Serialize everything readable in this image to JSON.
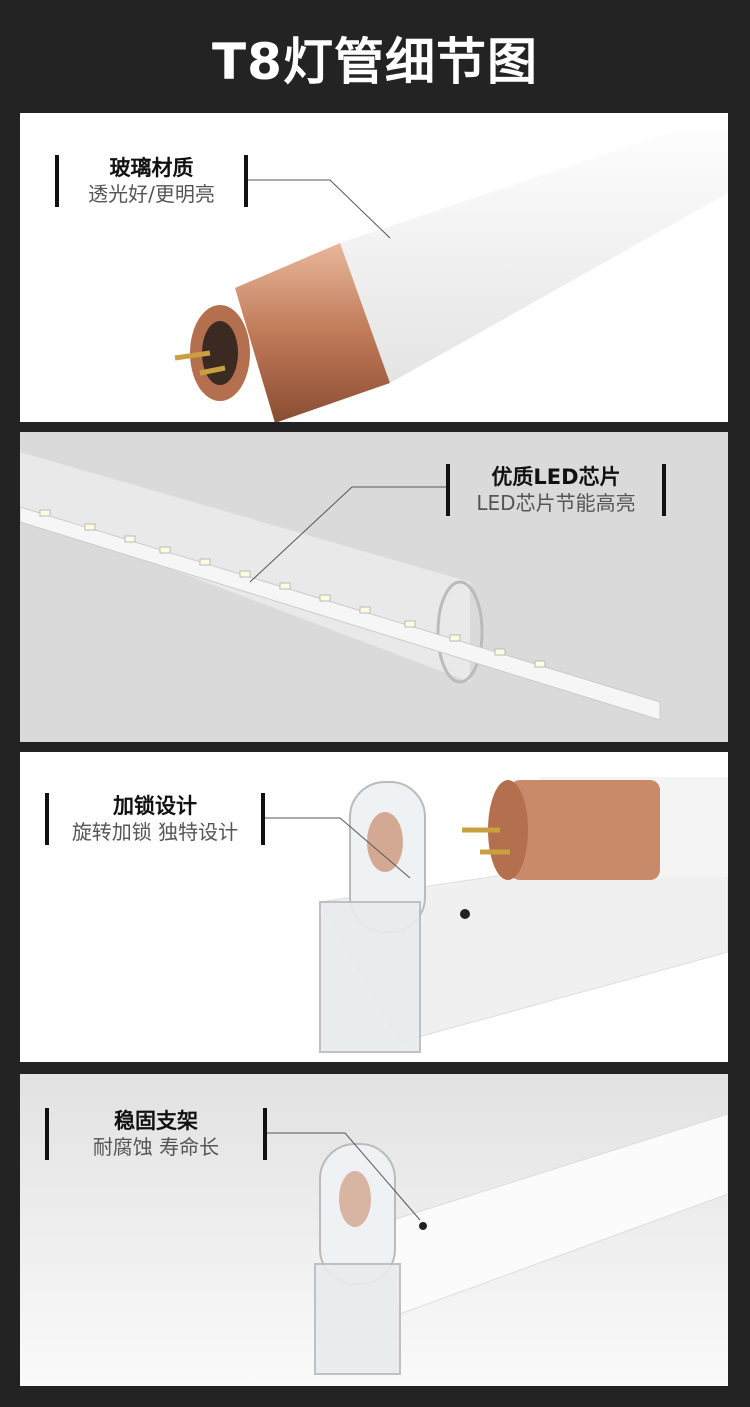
{
  "title": "T8灯管细节图",
  "sections": [
    {
      "heading": "玻璃材质",
      "subtitle": "透光好/更明亮"
    },
    {
      "heading": "优质LED芯片",
      "subtitle": "LED芯片节能高亮"
    },
    {
      "heading": "加锁设计",
      "subtitle": "旋转加锁 独特设计"
    },
    {
      "heading": "稳固支架",
      "subtitle": "耐腐蚀 寿命长"
    }
  ],
  "colors": {
    "background": "#232323",
    "endcap": "#c98a6a",
    "tube": "#f4f4f4"
  }
}
